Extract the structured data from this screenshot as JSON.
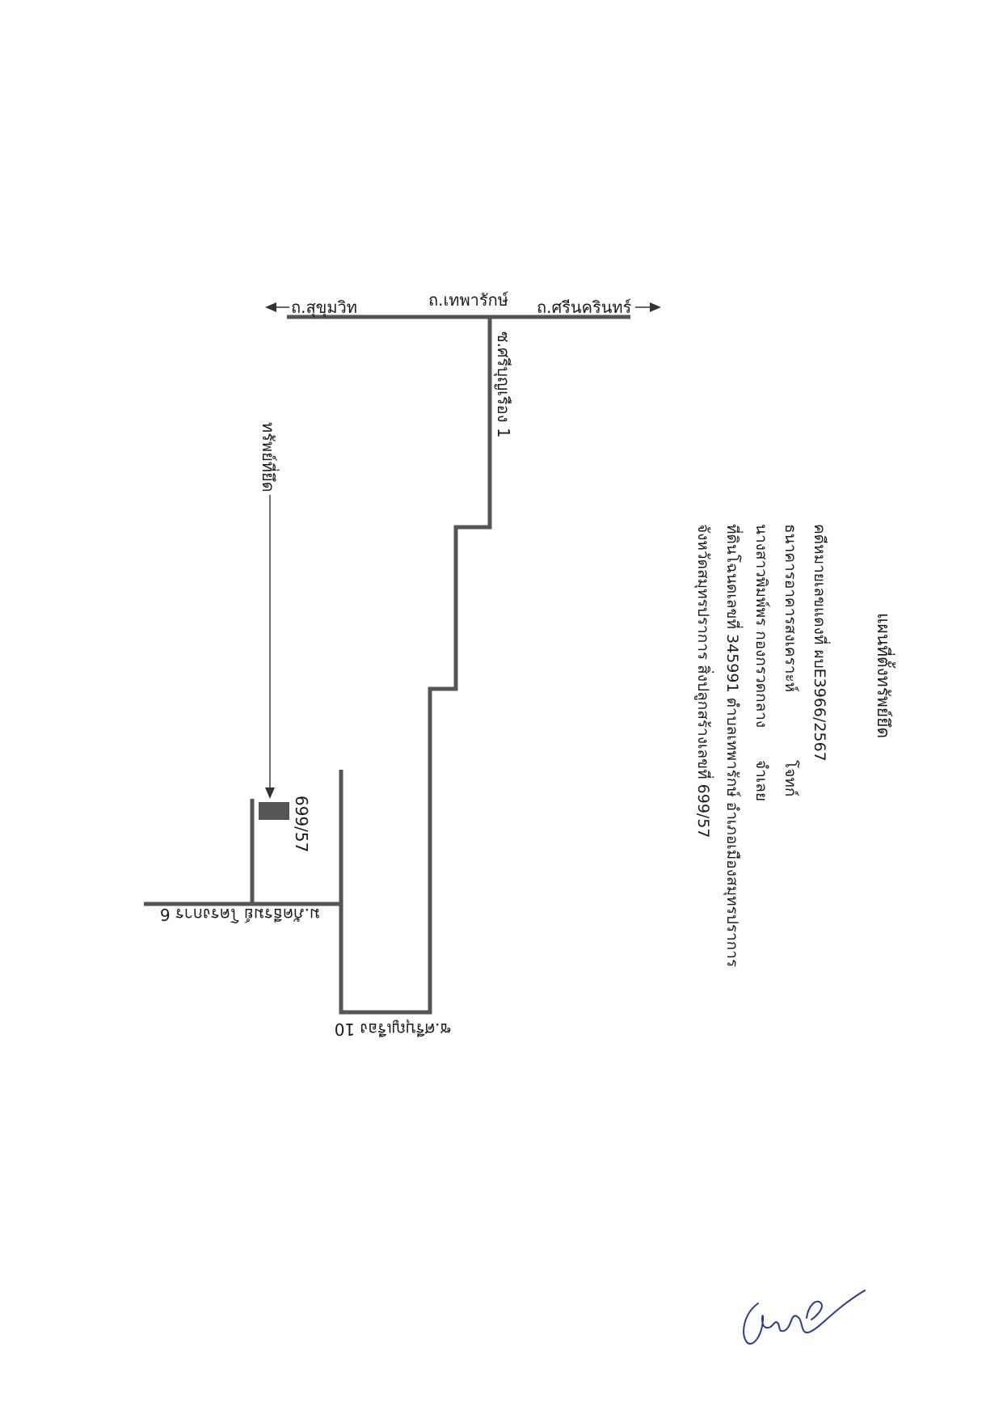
{
  "title": "แผนที่ตั้งทรัพย์ยึด",
  "case_info": {
    "line1": "คดีหมายเลขแดงที่ ผบE3966/2567",
    "line2_plaintiff": "ธนาคารอาคารสงเคราะห์",
    "line2_role": "โจทก์",
    "line3_defendant": "นางสาวพิมพ์พร  กองกรวดกลาง",
    "line3_role": "จำเลย",
    "line4": "ที่ดินโฉนดเลขที่ 345991 ตำบลเทพารักษ์ อำเภอเมืองสมุทรปราการ",
    "line5": "จังหวัดสมุทรปราการ สิ่งปลูกสร้างเลขที่ 699/57"
  },
  "roads": {
    "sukhumvit": "ถ.สุขุมวิท",
    "theparak": "ถ.เทพารักษ์",
    "srinakarin": "ถ.ศรีนครินทร์",
    "soi1": "ซ.ศรีบุญเรือง 1",
    "soi10": "ซ.ศรีบุญเรือง 10",
    "village": "ม.ภัคธีรมย์ โครงการ 6"
  },
  "property": {
    "label": "ทรัพย์ที่ยึด",
    "house_no": "699/57"
  },
  "colors": {
    "road": "#555555",
    "signature": "#2b3a8c"
  }
}
